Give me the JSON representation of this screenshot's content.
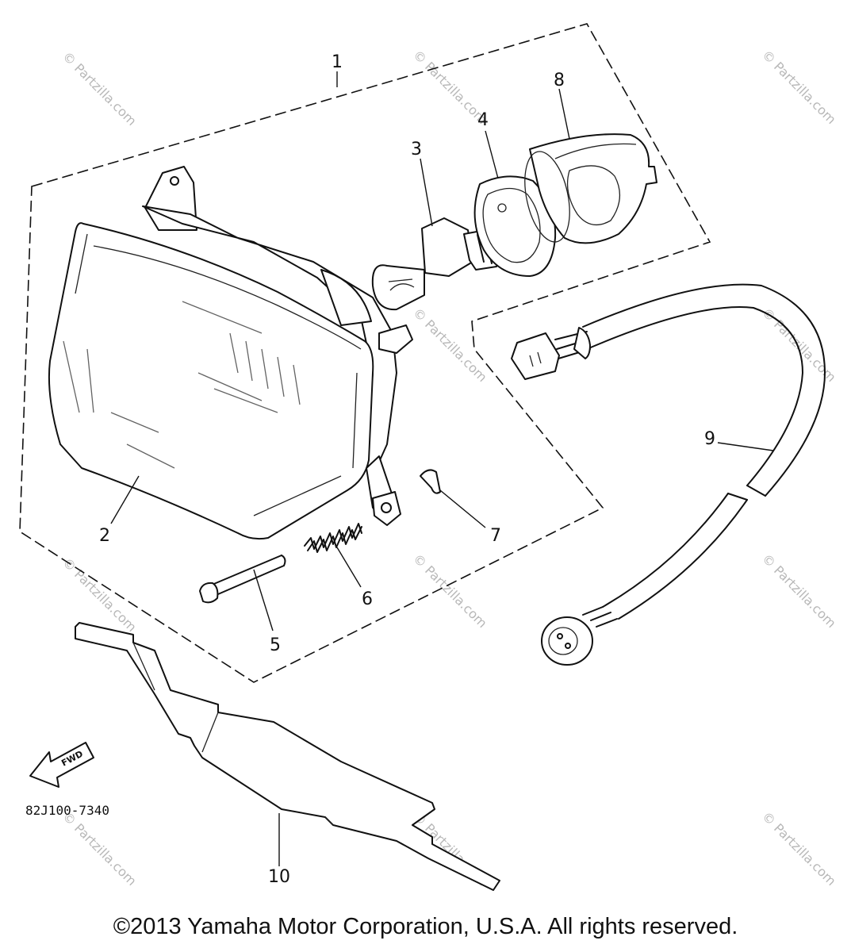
{
  "callouts": {
    "c1": "1",
    "c2": "2",
    "c3": "3",
    "c4": "4",
    "c5": "5",
    "c6": "6",
    "c7": "7",
    "c8": "8",
    "c9": "9",
    "c10": "10"
  },
  "direction_arrow": {
    "label": "FWD"
  },
  "diagram_code": "82J100-7340",
  "watermark": "© Partzilla.com",
  "copyright": "©2013 Yamaha Motor Corporation, U.S.A. All rights reserved."
}
